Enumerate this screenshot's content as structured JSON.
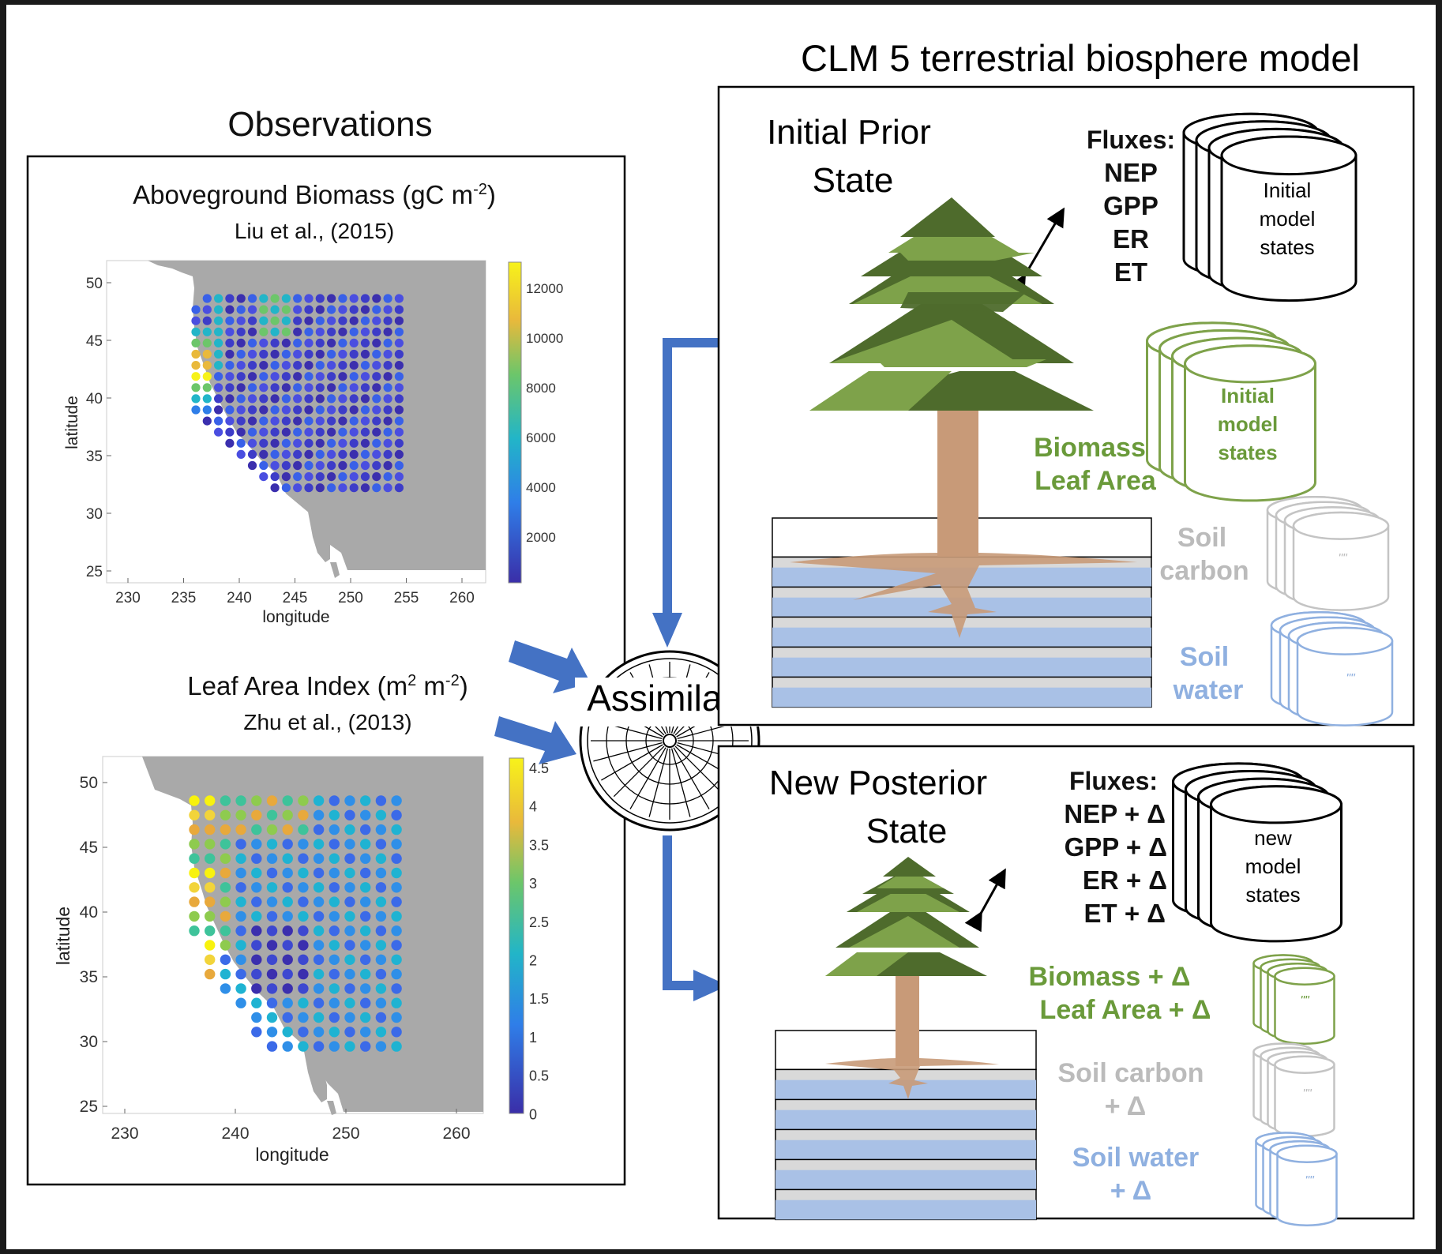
{
  "observations": {
    "title": "Observations",
    "panels": [
      {
        "title": "Aboveground Biomass (gC m",
        "title_sup": "-2",
        "title_end": ")",
        "source": "Liu et al., (2015)",
        "xlabel": "longitude",
        "ylabel": "latitude",
        "xticks": [
          "230",
          "235",
          "240",
          "245",
          "250",
          "255",
          "260"
        ],
        "yticks": [
          "50",
          "45",
          "40",
          "35",
          "30",
          "25"
        ],
        "colorbar_ticks": [
          "12000",
          "10000",
          "8000",
          "6000",
          "4000",
          "2000"
        ]
      },
      {
        "title": "Leaf Area Index (m",
        "title_sup": "2",
        "title_mid": " m",
        "title_sup2": "-2",
        "title_end": ")",
        "source": "Zhu et al., (2013)",
        "xlabel": "longitude",
        "ylabel": "latitude",
        "xticks": [
          "230",
          "240",
          "250",
          "260"
        ],
        "yticks": [
          "50",
          "45",
          "40",
          "35",
          "30",
          "25"
        ],
        "colorbar_ticks": [
          "4.5",
          "4",
          "3.5",
          "3",
          "2.5",
          "2",
          "1.5",
          "1",
          "0.5",
          "0"
        ]
      }
    ]
  },
  "assimilate": {
    "label": "Assimilate"
  },
  "model": {
    "title": "CLM 5 terrestrial biosphere model",
    "prior": {
      "title_line1": "Initial Prior",
      "title_line2": "State",
      "fluxes_label": "Fluxes:",
      "fluxes": [
        "NEP",
        "GPP",
        "ER",
        "ET"
      ],
      "states_black": [
        "Initial",
        "model",
        "states"
      ],
      "biomass": "Biomass",
      "leaf_area": "Leaf Area",
      "states_green": [
        "Initial",
        "model",
        "states"
      ],
      "soil_carbon_1": "Soil",
      "soil_carbon_2": "carbon",
      "soil_water_1": "Soil",
      "soil_water_2": "water",
      "ditto": "\"\""
    },
    "posterior": {
      "title_line1": "New Posterior",
      "title_line2": "State",
      "fluxes_label": "Fluxes:",
      "fluxes": [
        "NEP + Δ",
        "GPP + Δ",
        "ER + Δ",
        "ET + Δ"
      ],
      "states_black": [
        "new",
        "model",
        "states"
      ],
      "biomass": "Biomass + Δ",
      "leaf_area": "Leaf Area + Δ",
      "soil_carbon_1": "Soil carbon",
      "soil_carbon_2": "+ Δ",
      "soil_water_1": "Soil water",
      "soil_water_2": "+ Δ",
      "ditto": "\"\""
    }
  },
  "colors": {
    "arrow_blue": "#4472c4",
    "tree_dark": "#4e6b2c",
    "tree_light": "#7ea24a",
    "trunk": "#c89a78",
    "green_text": "#6a9a3a",
    "gray_text": "#bbbbbb",
    "blue_text": "#8fb0e0",
    "land": "#a9a9a9"
  }
}
